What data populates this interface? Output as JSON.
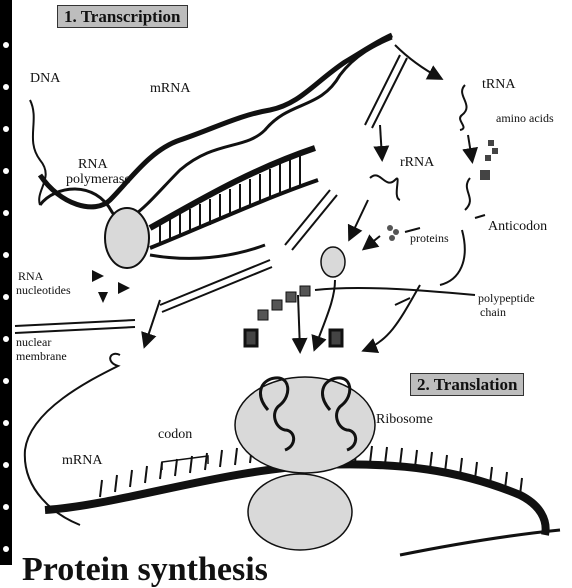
{
  "headings": {
    "transcription": "1. Transcription",
    "translation": "2. Translation",
    "title": "Protein synthesis"
  },
  "labels": {
    "dna": "DNA",
    "mrna_top": "mRNA",
    "rna_polymerase_1": "RNA",
    "rna_polymerase_2": "polymerase",
    "trna": "tRNA",
    "amino_acids": "amino acids",
    "rrna": "rRNA",
    "anticodon": "Anticodon",
    "proteins": "proteins",
    "rna_nucleotides_1": "RNA",
    "rna_nucleotides_2": "nucleotides",
    "polypeptide_1": "polypeptide",
    "polypeptide_2": "chain",
    "nuclear_membrane_1": "nuclear",
    "nuclear_membrane_2": "membrane",
    "ribosome": "Ribosome",
    "codon": "codon",
    "mrna_bottom": "mRNA"
  },
  "colors": {
    "heading_box": "#bdbdbd",
    "ink": "#111111",
    "ribosome": "#d9d9d9"
  }
}
